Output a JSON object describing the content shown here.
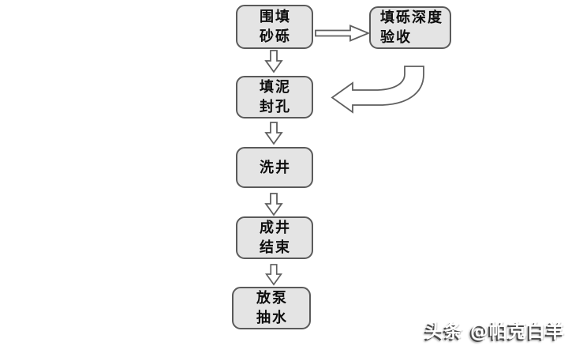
{
  "diagram": {
    "type": "flowchart",
    "language": "zh-CN",
    "nodes": [
      {
        "id": "backfill-gravel",
        "lines": [
          "围填",
          "砂砾"
        ]
      },
      {
        "id": "gravel-depth-acceptance",
        "lines": [
          "填砾深度",
          "验收"
        ]
      },
      {
        "id": "mud-sealing",
        "lines": [
          "填泥",
          "封孔"
        ]
      },
      {
        "id": "well-washing",
        "lines": [
          "洗井"
        ]
      },
      {
        "id": "well-completion",
        "lines": [
          "成井",
          "结束"
        ]
      },
      {
        "id": "pump-water",
        "lines": [
          "放泵",
          "抽水"
        ]
      }
    ],
    "edges": [
      {
        "from": "围填砂砾",
        "to": "填砾深度验收",
        "style": "right-block-arrow"
      },
      {
        "from": "围填砂砾",
        "to": "填泥封孔",
        "style": "down-block-arrow"
      },
      {
        "from": "填砾深度验收",
        "to": "填泥封孔",
        "style": "curved-return-block-arrow"
      },
      {
        "from": "填泥封孔",
        "to": "洗井",
        "style": "down-block-arrow"
      },
      {
        "from": "洗井",
        "to": "成井结束",
        "style": "down-block-arrow"
      },
      {
        "from": "成井结束",
        "to": "放泵抽水",
        "style": "down-block-arrow"
      }
    ],
    "colors": {
      "background": "#ffffff",
      "box_fill": "#e4e4e4",
      "box_border": "#5a5a5a",
      "arrow_outline": "#5f5f5f",
      "arrow_fill": "#ffffff",
      "text": "#0d0d0d"
    }
  },
  "watermark": {
    "text": "头条 @帕克白羊"
  }
}
